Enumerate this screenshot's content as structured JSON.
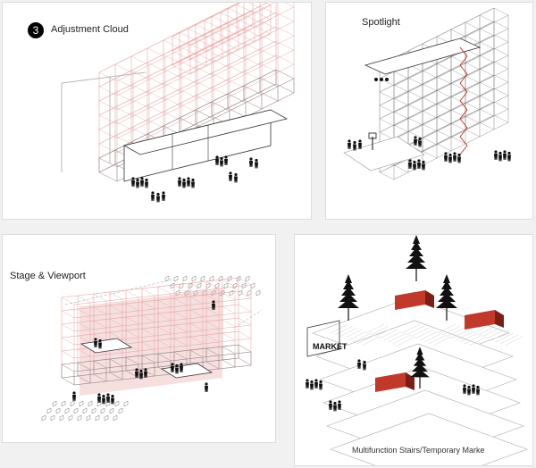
{
  "panels": {
    "adjustment": {
      "number": "3",
      "title": "Adjustment Cloud"
    },
    "spotlight": {
      "title": "Spotlight"
    },
    "stage": {
      "title": "Stage & Viewport"
    },
    "market": {
      "sign": "MARKET",
      "caption": "Multifunction Stairs/Temporary Marke"
    }
  },
  "colors": {
    "accent_red": "#c0392b",
    "light_red": "#e6a3a3",
    "line_gray": "#8a8a8a",
    "ink": "#111111",
    "panel_bg": "#ffffff",
    "page_bg": "#f1f1f1"
  },
  "icons": [
    "person-figure-icon",
    "pine-tree-icon",
    "spotlight-lamp-icon",
    "basketball-hoop-icon"
  ]
}
